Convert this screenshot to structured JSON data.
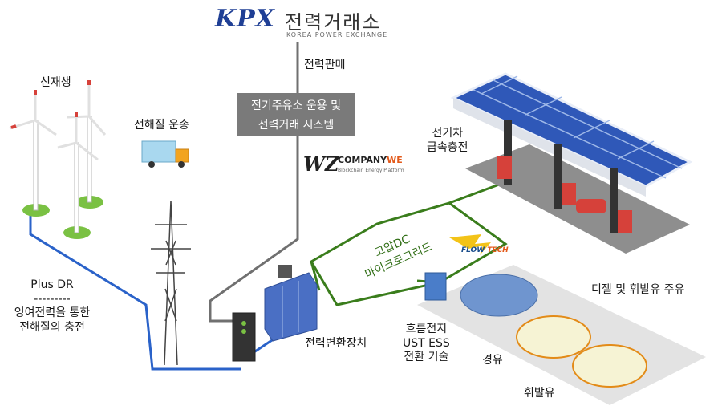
{
  "logo": {
    "mark": "KPX",
    "title": "전력거래소",
    "subtitle": "KOREA POWER EXCHANGE"
  },
  "labels": {
    "power_sale": "전력판매",
    "system_line1": "전기주유소 운용 및",
    "system_line2": "전력거래 시스템",
    "renewable": "신재생",
    "electrolyte_transport": "전해질 운송",
    "ev_line1": "전기차",
    "ev_line2": "급속충전",
    "plus_dr": "Plus DR",
    "dashes": "---------",
    "surplus_line1": "잉여전력을 통한",
    "surplus_line2": "전해질의 충전",
    "converter": "전력변환장치",
    "microgrid_line1": "고압DC",
    "microgrid_line2": "마이크로그리드",
    "diesel_gas": "디젤 및 휘발유 주유",
    "flow_battery": "흐름전지",
    "ust_ess": "UST ESS",
    "conversion_tech": "전환 기술",
    "diesel": "경유",
    "gasoline": "휘발유"
  },
  "company": {
    "mark": "WZ",
    "name_a": "COMPANY",
    "name_b": "WE",
    "tagline": "Blockchain Energy Platform"
  },
  "flowtech": {
    "a": "FLOW",
    "b": "TECH"
  },
  "colors": {
    "blue_line": "#2a62c9",
    "green_line": "#3a7d1c",
    "gray_line": "#707070",
    "box": "#7a7a7a",
    "brand": "#1f3f95",
    "accent": "#e35a1b"
  }
}
